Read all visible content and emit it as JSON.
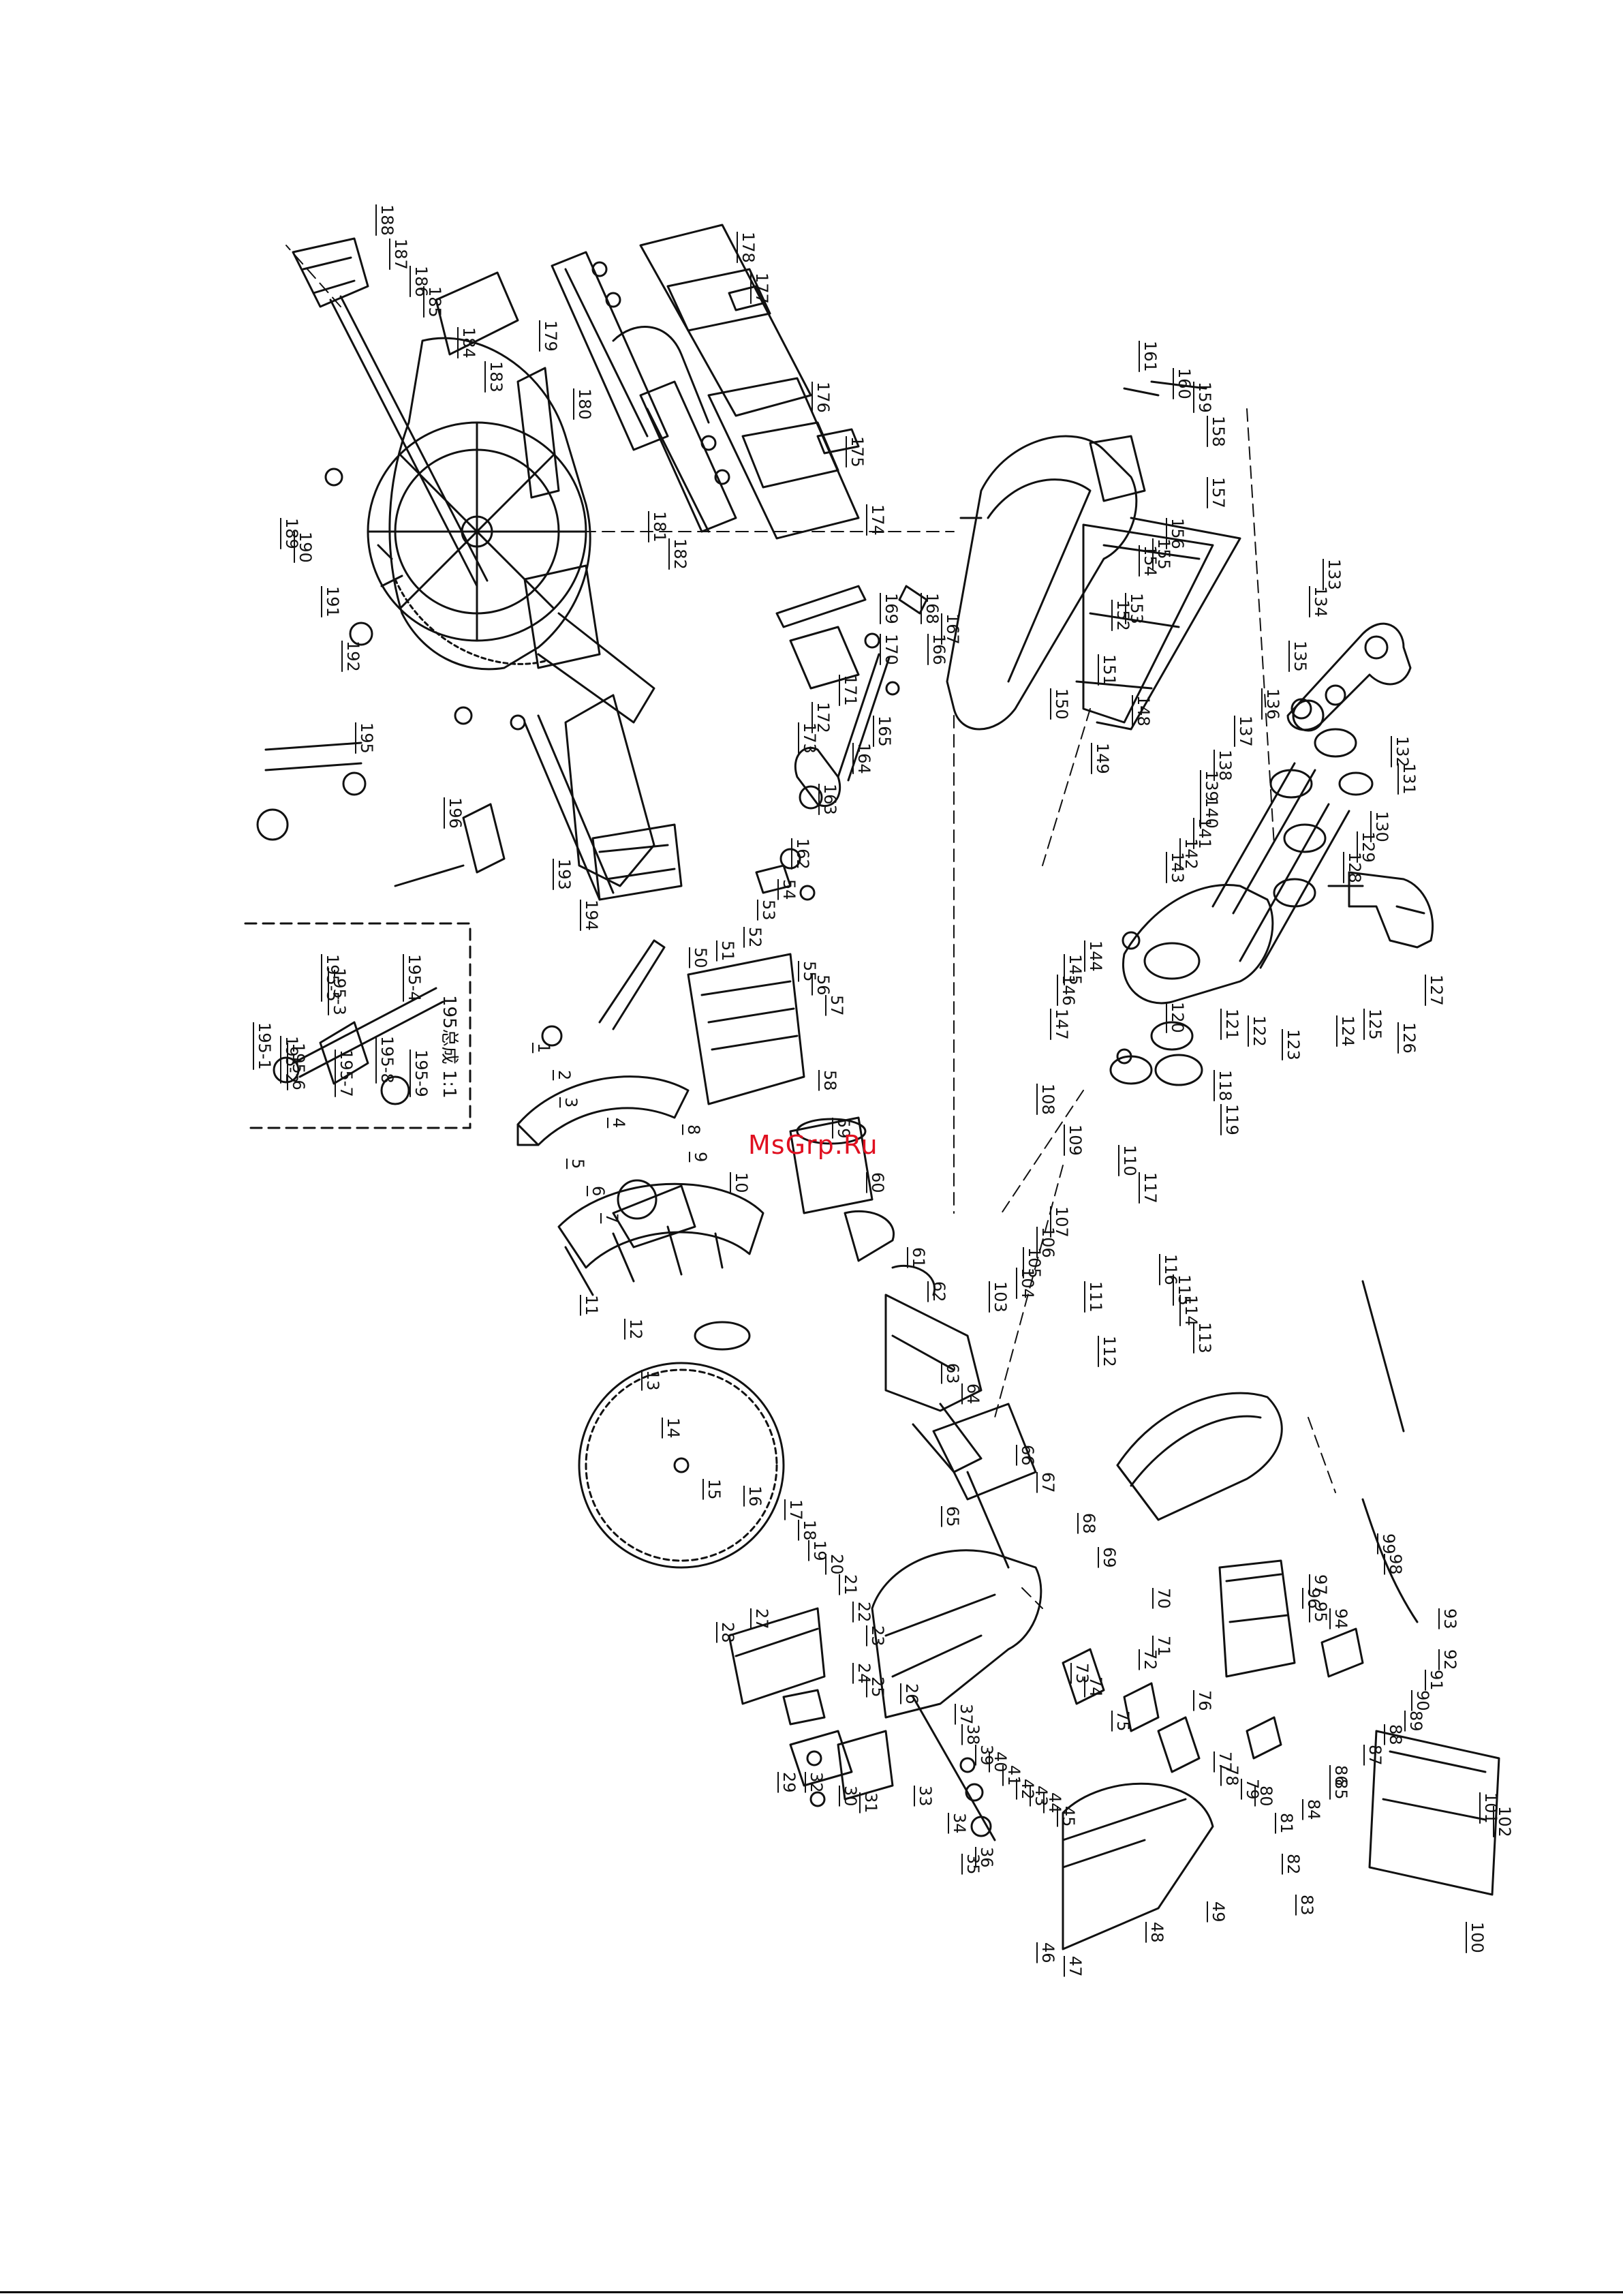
{
  "watermark": "MsGrp.Ru",
  "inset_label": "195总成 1:1",
  "colors": {
    "line": "#111111",
    "watermark": "#e01020",
    "background": "#ffffff"
  },
  "callouts": [
    "1",
    "2",
    "3",
    "4",
    "5",
    "6",
    "7",
    "8",
    "9",
    "10",
    "11",
    "12",
    "13",
    "14",
    "15",
    "16",
    "17",
    "18",
    "19",
    "20",
    "21",
    "22",
    "23",
    "24",
    "25",
    "26",
    "27",
    "28",
    "29",
    "30",
    "31",
    "32",
    "33",
    "34",
    "35",
    "36",
    "37",
    "38",
    "39",
    "40",
    "41",
    "42",
    "43",
    "44",
    "45",
    "46",
    "47",
    "48",
    "49",
    "50",
    "51",
    "52",
    "53",
    "54",
    "55",
    "56",
    "57",
    "58",
    "59",
    "60",
    "61",
    "62",
    "63",
    "64",
    "65",
    "66",
    "67",
    "68",
    "69",
    "70",
    "71",
    "72",
    "73",
    "74",
    "75",
    "76",
    "77",
    "78",
    "79",
    "80",
    "81",
    "82",
    "83",
    "84",
    "85",
    "86",
    "87",
    "88",
    "89",
    "90",
    "91",
    "92",
    "93",
    "94",
    "95",
    "96",
    "97",
    "98",
    "99",
    "100",
    "101",
    "102",
    "103",
    "104",
    "105",
    "106",
    "107",
    "108",
    "109",
    "110",
    "111",
    "112",
    "113",
    "114",
    "115",
    "116",
    "117",
    "118",
    "119",
    "120",
    "121",
    "122",
    "123",
    "124",
    "125",
    "126",
    "127",
    "128",
    "129",
    "130",
    "131",
    "132",
    "133",
    "134",
    "135",
    "136",
    "137",
    "138",
    "139",
    "140",
    "141",
    "142",
    "143",
    "144",
    "145",
    "146",
    "147",
    "148",
    "149",
    "150",
    "151",
    "152",
    "153",
    "154",
    "155",
    "156",
    "157",
    "158",
    "159",
    "160",
    "161",
    "162",
    "163",
    "164",
    "165",
    "166",
    "167",
    "168",
    "169",
    "170",
    "171",
    "172",
    "173",
    "174",
    "175",
    "176",
    "177",
    "178",
    "179",
    "180",
    "181",
    "182",
    "183",
    "184",
    "185",
    "186",
    "187",
    "188",
    "189",
    "190",
    "191",
    "192",
    "193",
    "194",
    "195",
    "196",
    "195-1",
    "195-2",
    "195-3",
    "195-4",
    "195-5",
    "195-6",
    "195-7",
    "195-8",
    "195-9"
  ]
}
